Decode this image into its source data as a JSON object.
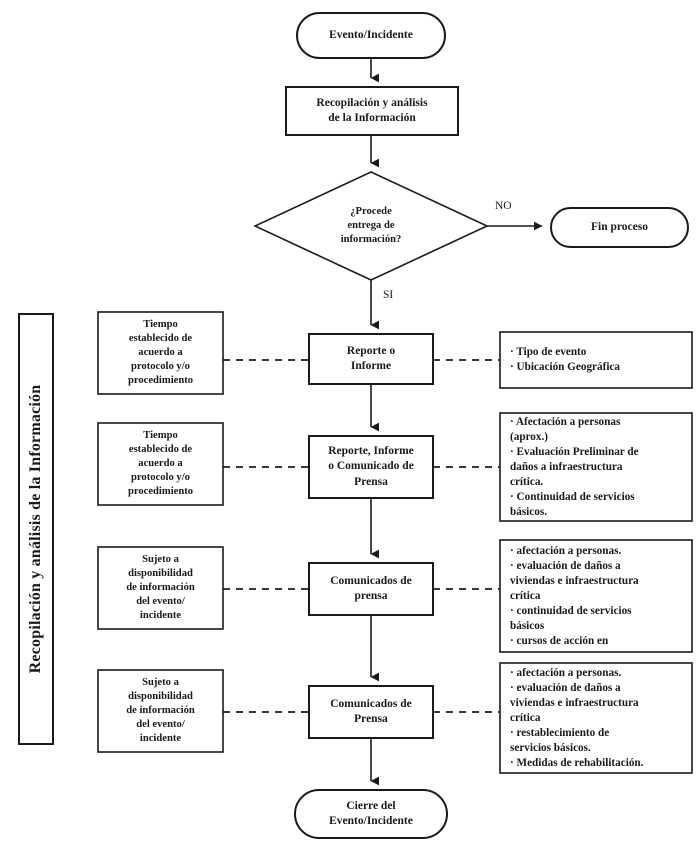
{
  "diagram": {
    "title": "Flujograma de recopilación y análisis de la información",
    "background_color": "#ffffff",
    "stroke_color": "#1a1a1a",
    "sidebar": {
      "label": "Recopilación y análisis de la Información"
    },
    "nodes": {
      "start": {
        "shape": "terminator",
        "label": "Evento/Incidente"
      },
      "process_collect": {
        "shape": "process",
        "label": "Recopilación y análisis\nde la Información"
      },
      "decision": {
        "shape": "decision",
        "label": "¿Procede\nentrega de\ninformación?"
      },
      "end_no": {
        "shape": "terminator",
        "label": "Fin proceso"
      },
      "center_1": {
        "shape": "process",
        "label": "Reporte o\nInforme"
      },
      "center_2": {
        "shape": "process",
        "label": "Reporte, Informe\no Comunicado de\nPrensa"
      },
      "center_3": {
        "shape": "process",
        "label": "Comunicados de\nprensa"
      },
      "center_4": {
        "shape": "process",
        "label": "Comunicados de\nPrensa"
      },
      "end_close": {
        "shape": "terminator",
        "label": "Cierre del\nEvento/Incidente"
      },
      "left_1": {
        "shape": "note",
        "label": "Tiempo\nestablecido de\nacuerdo a\nprotocolo y/o\nprocedimiento"
      },
      "left_2": {
        "shape": "note",
        "label": "Tiempo\nestablecido de\nacuerdo a\nprotocolo y/o\nprocedimiento"
      },
      "left_3": {
        "shape": "note",
        "label": "Sujeto a\ndisponibilidad\nde información\ndel evento/\nincidente"
      },
      "left_4": {
        "shape": "note",
        "label": "Sujeto a\ndisponibilidad\nde información\ndel evento/\nincidente"
      },
      "right_1": {
        "shape": "note",
        "label": "· Tipo de evento\n· Ubicación Geográfica"
      },
      "right_2": {
        "shape": "note",
        "label": "· Afectación a personas\n(aprox.)\n· Evaluación Preliminar de\ndaños a infraestructura\ncrítica.\n· Continuidad de servicios\nbásicos."
      },
      "right_3": {
        "shape": "note",
        "label": "· afectación a personas.\n· evaluación de daños a\nviviendas e infraestructura\ncrítica\n· continuidad de servicios\nbásicos\n· cursos de acción en"
      },
      "right_4": {
        "shape": "note",
        "label": "· afectación a personas.\n· evaluación de daños a\nviviendas e infraestructura\ncrítica\n· restablecimiento de\nservicios básicos.\n· Medidas de rehabilitación."
      }
    },
    "edge_labels": {
      "no_branch": "NO",
      "si_branch": "SI"
    }
  }
}
